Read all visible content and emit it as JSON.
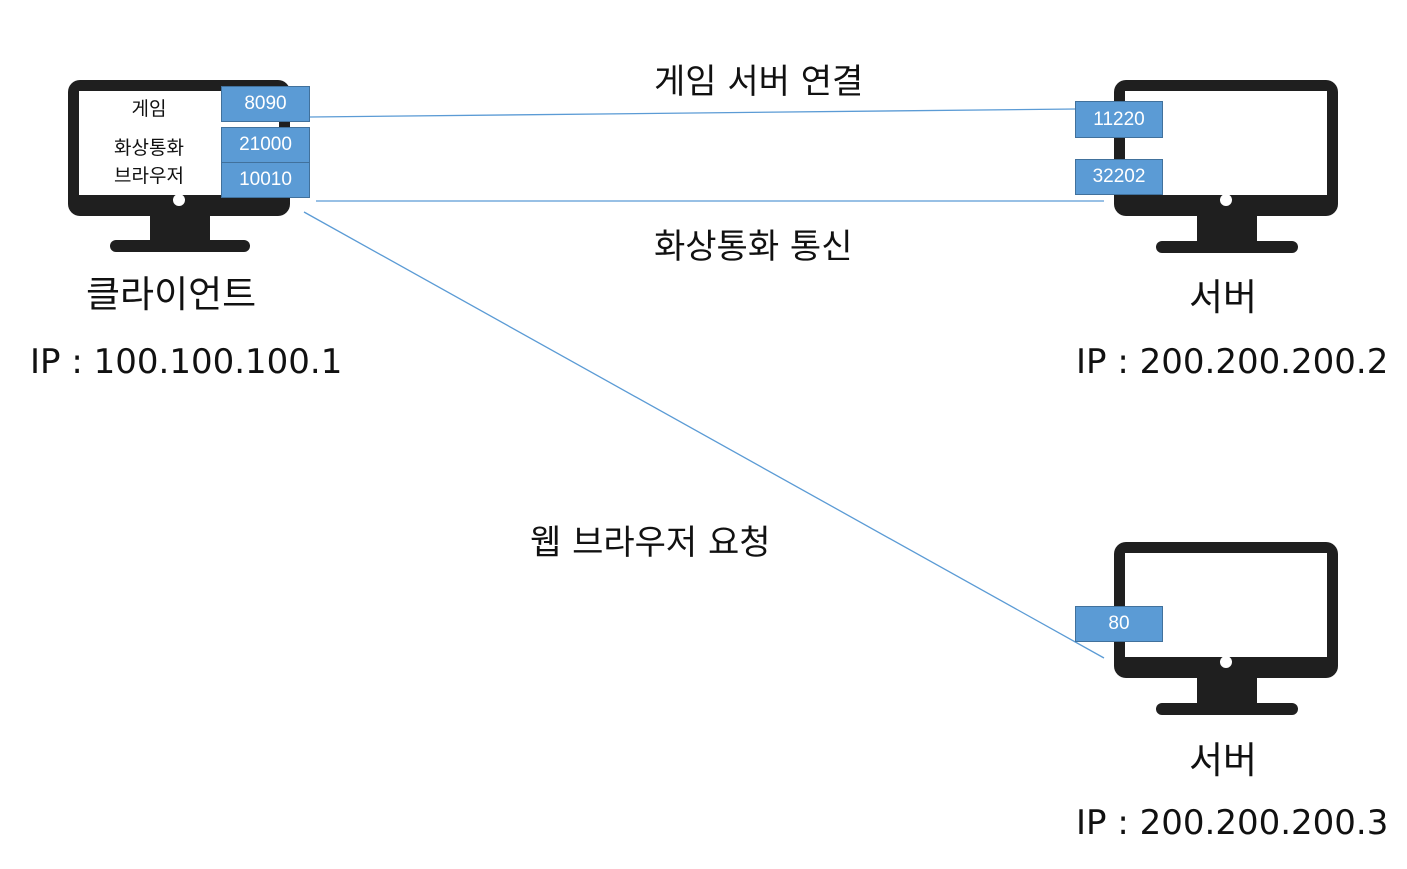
{
  "client": {
    "name": "클라이언트",
    "ip_label": "IP",
    "ip_sep": ":",
    "ip": "100.100.100.1",
    "apps": [
      {
        "label": "게임",
        "port": "8090"
      },
      {
        "label": "화상통화",
        "port": "21000"
      },
      {
        "label": "브라우저",
        "port": "10010"
      }
    ]
  },
  "servers": [
    {
      "name": "서버",
      "ip_label": "IP",
      "ip_sep": ":",
      "ip": "200.200.200.2",
      "ports": [
        "11220",
        "32202"
      ]
    },
    {
      "name": "서버",
      "ip_label": "IP",
      "ip_sep": ":",
      "ip": "200.200.200.3",
      "ports": [
        "80"
      ]
    }
  ],
  "connections": [
    {
      "label": "게임 서버 연결",
      "from_port": "8090",
      "to_port": "11220"
    },
    {
      "label": "화상통화 통신",
      "from_port": "10010",
      "to_port": "32202"
    },
    {
      "label": "웹 브라우저 요청",
      "from_port": "10010",
      "to_port": "80"
    }
  ],
  "colors": {
    "monitor": "#1f1f1f",
    "port_fill": "#5b9bd5",
    "port_border": "#41719c",
    "link_line": "#5b9bd5"
  }
}
